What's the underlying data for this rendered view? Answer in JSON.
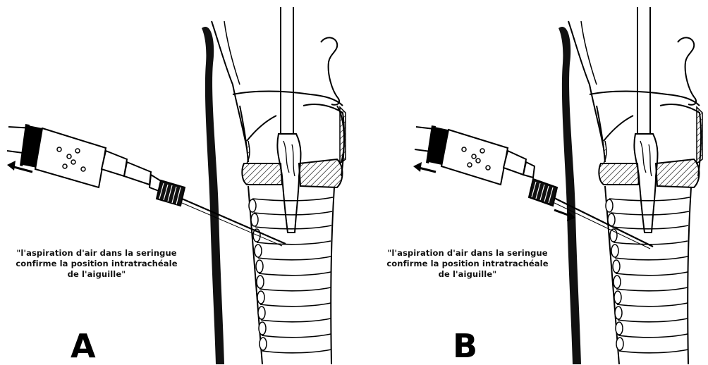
{
  "panels": [
    {
      "letter": "A",
      "caption": [
        "\"l'aspiration d'air dans la seringue",
        "confirme la position intratrachéale",
        "de l'aiguille\""
      ]
    },
    {
      "letter": "B",
      "caption": [
        "\"l'aspiration d'air dans la seringue",
        "confirme la position intratrachéale",
        "de l'aiguille\""
      ]
    }
  ],
  "colors": {
    "ink": "#000000",
    "background": "#ffffff"
  },
  "icons": [
    "syringe",
    "needle",
    "trachea",
    "larynx",
    "endotracheal-tube",
    "arrow-left",
    "arrow-right"
  ]
}
